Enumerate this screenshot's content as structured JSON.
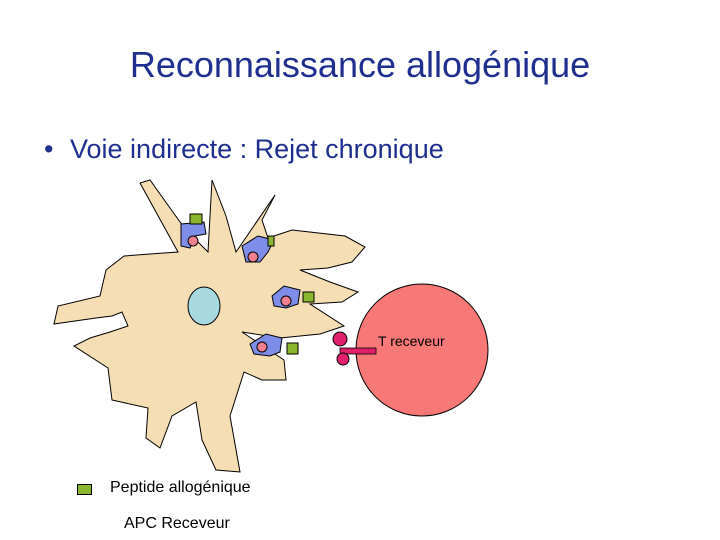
{
  "slide": {
    "title": "Reconnaissance allogénique",
    "bullet_marker": "•",
    "bullet_text": "Voie indirecte : Rejet chronique"
  },
  "diagram": {
    "t_cell_label": "T receveur",
    "legend_peptide_label": "Peptide allogénique",
    "apc_label": "APC Receveur"
  },
  "colors": {
    "title_text": "#1f2f8f",
    "apc_fill": "#f5deb3",
    "nucleus_fill": "#a8d8e0",
    "mhc_fill": "#7e8ee8",
    "peptide_fill": "#8ab52e",
    "self_peptide_fill": "#f08090",
    "t_cell_fill": "#f87878",
    "tcr_fill": "#e0206a"
  }
}
